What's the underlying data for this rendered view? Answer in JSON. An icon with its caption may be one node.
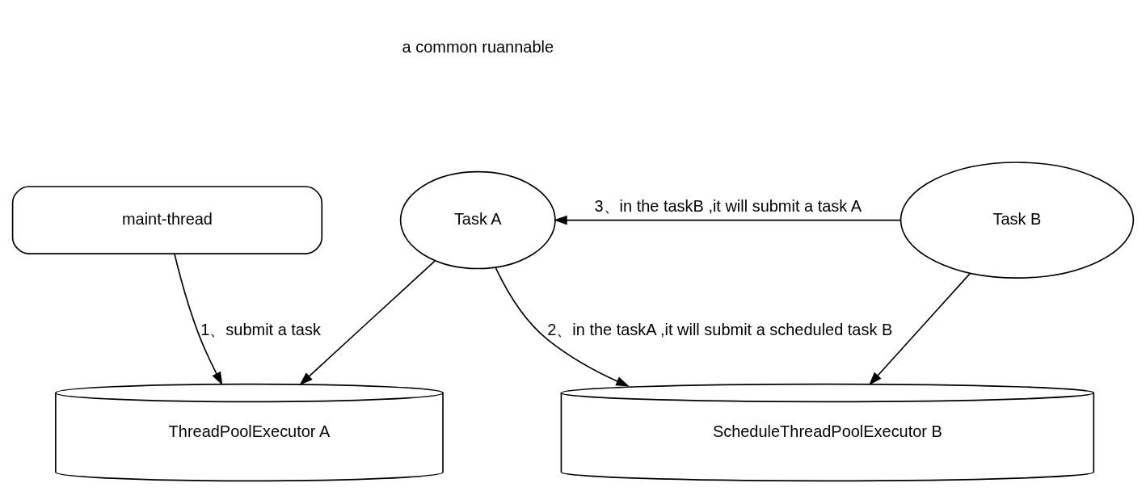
{
  "diagram": {
    "nodes": [
      {
        "text": [
          "Task A"
        ]
      },
      {
        "text": [
          "Task B"
        ]
      },
      {
        "text": [
          "maint-thread"
        ]
      },
      {
        "text": [
          "ThreadPoolExecutor A"
        ]
      },
      {
        "text": [
          "ScheduleThreadPoolExecutor B"
        ]
      }
    ],
    "edges": [
      {
        "from": 1,
        "to": 0,
        "arrow": "to",
        "label": "3、in the taskB ,it will submit a task A"
      },
      {
        "from": 0,
        "to": 4,
        "arrow": "to",
        "label": "2、in the taskA ,it will submit a scheduled task B"
      },
      {
        "from": 2,
        "to": 3,
        "arrow": "to",
        "label": "1、submit a task"
      },
      {
        "from": 0,
        "to": 3,
        "arrow": "to"
      },
      {
        "from": 1,
        "to": 4,
        "arrow": "to"
      }
    ],
    "labels": [
      "a common ruannable"
    ]
  }
}
